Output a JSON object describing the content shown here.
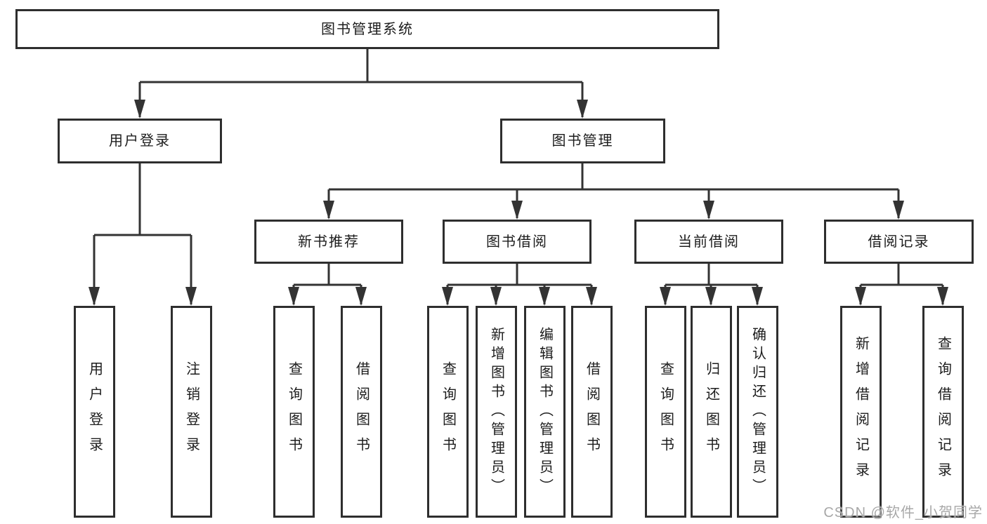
{
  "colors": {
    "line": "#333333",
    "box_border": "#2e2e2e",
    "text": "#1c1c1c",
    "watermark": "#a8a8a8",
    "background": "#ffffff"
  },
  "watermark": {
    "text": "CSDN @软件_小贺同学"
  },
  "tree": {
    "label": "图书管理系统",
    "children": [
      {
        "label": "用户登录",
        "children": [
          {
            "label": "用户登录"
          },
          {
            "label": "注销登录"
          }
        ]
      },
      {
        "label": "图书管理",
        "children": [
          {
            "label": "新书推荐",
            "children": [
              {
                "label": "查询图书"
              },
              {
                "label": "借阅图书"
              }
            ]
          },
          {
            "label": "图书借阅",
            "children": [
              {
                "label": "查询图书"
              },
              {
                "label": "新增图书（管理员）"
              },
              {
                "label": "编辑图书（管理员）"
              },
              {
                "label": "借阅图书"
              }
            ]
          },
          {
            "label": "当前借阅",
            "children": [
              {
                "label": "查询图书"
              },
              {
                "label": "归还图书"
              },
              {
                "label": "确认归还（管理员）"
              }
            ]
          },
          {
            "label": "借阅记录",
            "children": [
              {
                "label": "新增借阅记录"
              },
              {
                "label": "查询借阅记录"
              }
            ]
          }
        ]
      }
    ]
  }
}
